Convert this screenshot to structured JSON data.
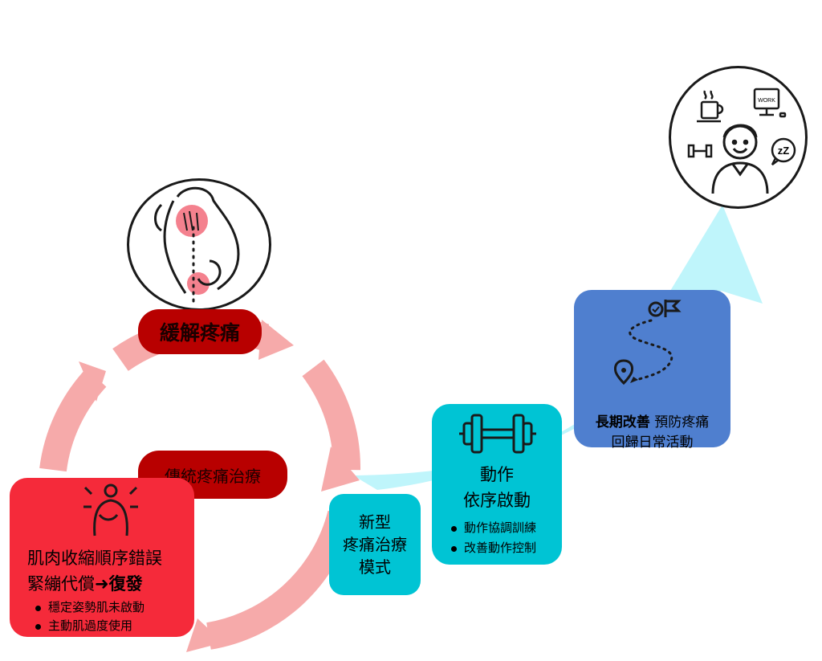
{
  "colors": {
    "ring": "#f6aaaa",
    "dark_red": "#b80000",
    "red": "#f52a3a",
    "teal": "#00c4d4",
    "blue": "#4f7fcf",
    "arrow": "#bff5fb"
  },
  "icons": {
    "top_circle": "back-pain-icon",
    "goal_circle": "daily-life-icon",
    "red_box": "pain-person-icon",
    "teal_box": "dumbbell-icon",
    "blue_box": "route-icon"
  },
  "cycle": {
    "relieve_label": "緩解疼痛",
    "traditional_label": "傳統疼痛治療"
  },
  "problem": {
    "line1": "肌肉收縮順序錯誤",
    "line2_plain": "緊繃代償",
    "line2_bold": "➜復發",
    "bullets": [
      "穩定姿勢肌未啟動",
      "主動肌過度使用"
    ]
  },
  "new_model": {
    "lines": [
      "新型",
      "疼痛治療",
      "模式"
    ]
  },
  "activation": {
    "lines": [
      "動作",
      "依序啟動"
    ],
    "bullets": [
      "動作協調訓練",
      "改善動作控制"
    ]
  },
  "long_term": {
    "bold": "長期改善",
    "rest": " 預防疼痛",
    "line2": "回歸日常活動"
  },
  "goal": {
    "work_label": "WORK",
    "zz_label": "zZ"
  }
}
